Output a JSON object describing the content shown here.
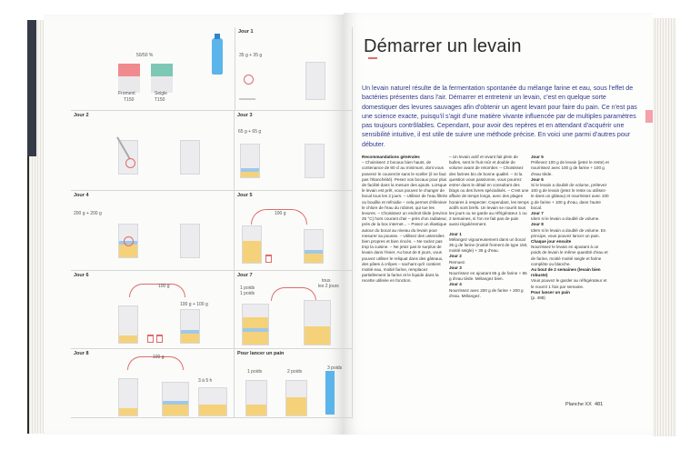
{
  "right": {
    "title": "Démarrer un levain",
    "intro": "Un levain naturel résulte de la fermentation spontanée du mélange farine et eau, sous l'effet de bactéries présentes dans l'air. Démarrer et entretenir un levain, c'est en quelque sorte domestiquer des levures sauvages afin d'obtenir un agent levant pour faire du pain. Ce n'est pas une science exacte, puisqu'il s'agit d'une matière vivante influencée par de multiples paramètres pas toujours contrôlables. Cependant, pour avoir des repères et en attendant d'acquérir une sensibilité intuitive, il est utile de suivre une méthode précise. En voici une parmi d'autres pour débuter.",
    "col1_heading": "Recommandations générales",
    "col1": "– Choisissez 2 bocaux bien hauts, de contenance de 80 cl au minimum, dont vous poserez le couvercle sans le sceller (il ne faut pas l'étanchéité). Pesez vos bocaux pour plus de facilité dans la mesure des ajouts. Lorsque le levain est prêt, vous pouvez le changer de bocal tous les 2 jours. – Utilisez de l'eau filtrée ou bouillie et refroidie – cela permet d'éliminer le chlore de l'eau du robinet, qui tue les levures. – Choisissez un endroit tiède (environ 25 °C) hors courant d'air – près d'un radiateur, près de la box internet... – Posez un élastique autour du bocal au niveau du levain pour mesurer sa pousse. – Utilisez des ustensiles bien propres et bien rincés. – Ne raclez pas trop la cuisine. – Ne jetez pas le surplus de levain dans l'évier. Au bout de 8 jours, vous pouvez utiliser le reliquat dans des gâteaux, des pâtes à crêpes – sachant qu'il contient moitié eau, moitié farine, remplacez partiellement la farine et le liquide dans la recette utilisée en fonction.",
    "col2": "– Un levain actif et vivant fait plein de bulles, sent le fruit mûr et double de volume avant de retomber. – Choisissez des farines bio de bonne qualité. – Si la question vous passionne, vous pourrez entrer dans le détail en consultant des blogs ou des livres spécialisés. – C'est une affaire de temps longs, avec des plages horaires à respecter. Cependant, les temps actifs sont brefs. Un levain se nourrit tous les jours ou se garde au réfrigérateur 1 ou 2 semaines, si l'on ne fait pas de pain aussi régulièrement.",
    "col2_days": [
      {
        "h": "Jour 1",
        "t": "Mélangez vigoureusement dans un bocal 35 g de farine (moitié froment de type 150, moitié seigle) + 35 g d'eau."
      },
      {
        "h": "Jour 2",
        "t": "Remuez."
      },
      {
        "h": "Jour 3",
        "t": "Nourrissez en ajoutant 65 g de farine + 65 g d'eau tiède. Mélangez bien."
      },
      {
        "h": "Jour 4",
        "t": "Nourrissez avec 200 g de farine + 200 g d'eau. Mélangez."
      }
    ],
    "col3_days": [
      {
        "h": "Jour 5",
        "t": "Prélevez 100 g de levain (jetez le reste) et nourrissez avec 100 g de farine + 100 g d'eau tiède."
      },
      {
        "h": "Jour 6",
        "t": "Si le levain a doublé de volume, prélevez 100 g de levain (jetez le reste ou utilisez-le dans un gâteau) et nourrissez avec 100 g de farine + 100 g d'eau, dans l'autre bocal."
      },
      {
        "h": "Jour 7",
        "t": "Idem si le levain a doublé de volume."
      },
      {
        "h": "Jour 8",
        "t": "Idem si le levain a doublé de volume. En principe, vous pouvez lancer un pain."
      },
      {
        "h": "Chaque jour ensuite",
        "t": "Nourrissez le levain en ajoutant à un poids de levain le même quantité d'eau et de farine, moitié moitié seigle et farine complète ou blanche."
      },
      {
        "h": "Au bout de 2 semaines (levain bien robuste)",
        "t": "Vous pouvez le garder au réfrigérateur et le nourrir 1 fois par semaine."
      },
      {
        "h": "Pour lancer un pain",
        "t": "(p. 488)"
      }
    ],
    "folio_label": "Planche XX",
    "page_number": "481"
  },
  "left": {
    "day1_label": "Jour 1",
    "day1_sub": "35 g + 35 g",
    "flour_ratio": "50/50 %",
    "flour1_label": "Froment",
    "flour1_type": "T150",
    "flour2_label": "Seigle",
    "flour2_type": "T150",
    "day2_label": "Jour 2",
    "day3_label": "Jour 3",
    "day3_sub": "65 g + 65 g",
    "day4_label": "Jour 4",
    "day4_sub": "200 g + 200 g",
    "day5_label": "Jour 5",
    "day5_sub": "100 g",
    "day6_label": "Jour 6",
    "day6_sub1": "100 g",
    "day6_sub2": "100 g + 100 g",
    "day7_label": "Jour 7",
    "day7_sub1": "1 poids",
    "day7_sub2": "1 poids",
    "day7_sub3": "tous",
    "day7_sub4": "les 2 jours",
    "day8_label": "Jour 8",
    "day8_sub1": "100 g",
    "day8_sub2": "3 à 5 h",
    "pain_label": "Pour lancer un pain",
    "pain_sub1": "1 poids",
    "pain_sub2": "2 poids",
    "pain_sub3": "3 poids"
  }
}
